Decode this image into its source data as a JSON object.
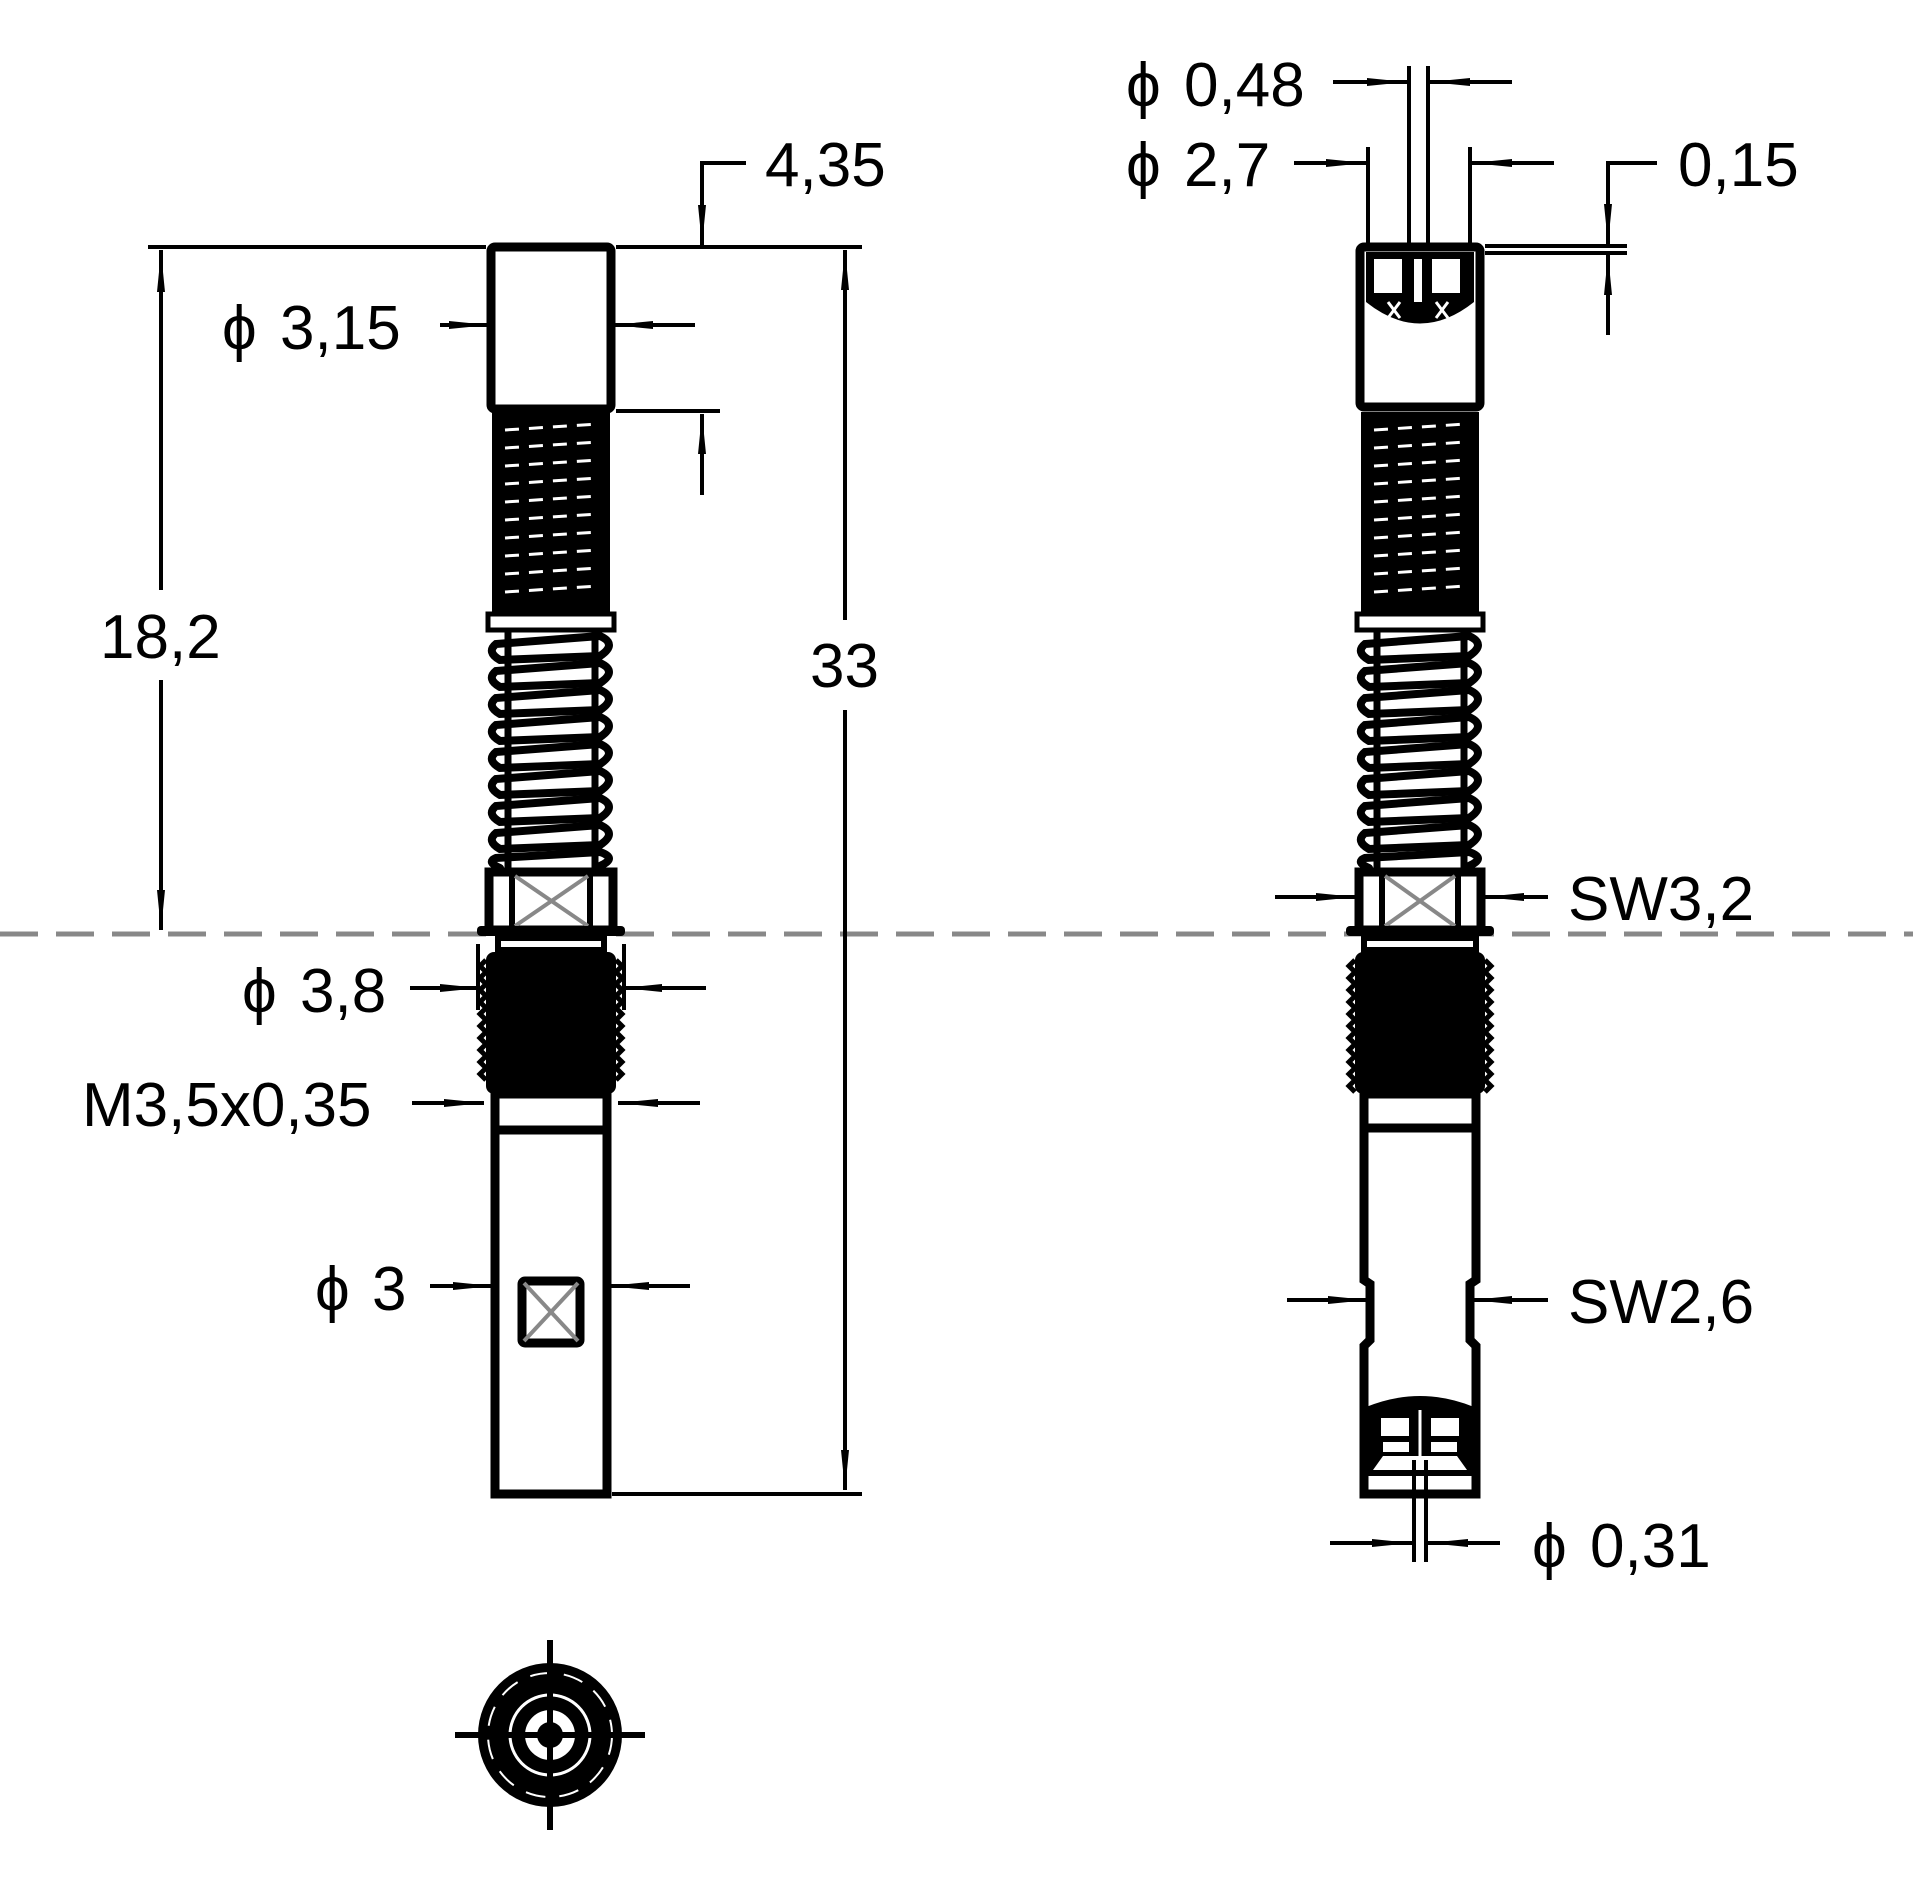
{
  "drawing": {
    "type": "technical-drawing",
    "subject": "spring-loaded test probe / pogo pin",
    "units": "mm",
    "line_color": "#000000",
    "center_line_color": "#888888",
    "background": "#ffffff"
  },
  "views": {
    "side_view_left": {
      "dimensions": {
        "head_diameter": "3,15",
        "head_length": "4,35",
        "upper_length": "18,2",
        "overall_length": "33",
        "flange_diameter": "3,8",
        "thread": "M3,5x0,35",
        "body_diameter": "3"
      }
    },
    "side_view_right": {
      "dimensions": {
        "tip_diameter": "0,48",
        "head_inner_diameter": "2,7",
        "step": "0,15",
        "hex_across_flats_upper": "SW3,2",
        "hex_across_flats_lower": "SW2,6",
        "wire_diameter": "0,31"
      }
    },
    "end_view": {}
  },
  "labels": {
    "phi": "ϕ",
    "d_315": "3,15",
    "d_435": "4,35",
    "d_182": "18,2",
    "d_33": "33",
    "d_38": "3,8",
    "d_thread": "M3,5x0,35",
    "d_3": "3",
    "d_048": "0,48",
    "d_27": "2,7",
    "d_015": "0,15",
    "d_sw32": "SW3,2",
    "d_sw26": "SW2,6",
    "d_031": "0,31"
  }
}
